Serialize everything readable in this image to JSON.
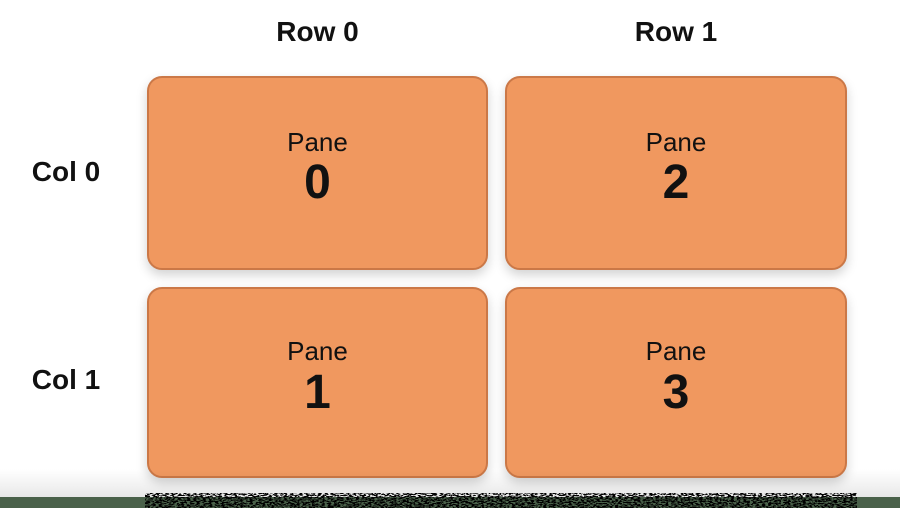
{
  "figure": {
    "column_headers": [
      "Row 0",
      "Row 1"
    ],
    "row_headers": [
      "Col 0",
      "Col 1"
    ],
    "panes": [
      {
        "label": "Pane",
        "number": "0"
      },
      {
        "label": "Pane",
        "number": "1"
      },
      {
        "label": "Pane",
        "number": "2"
      },
      {
        "label": "Pane",
        "number": "3"
      }
    ],
    "colors": {
      "pane_fill": "#F0985F",
      "pane_border": "#CB7847",
      "label_text": "#111111",
      "bottom_bar": "#4A614A"
    }
  }
}
